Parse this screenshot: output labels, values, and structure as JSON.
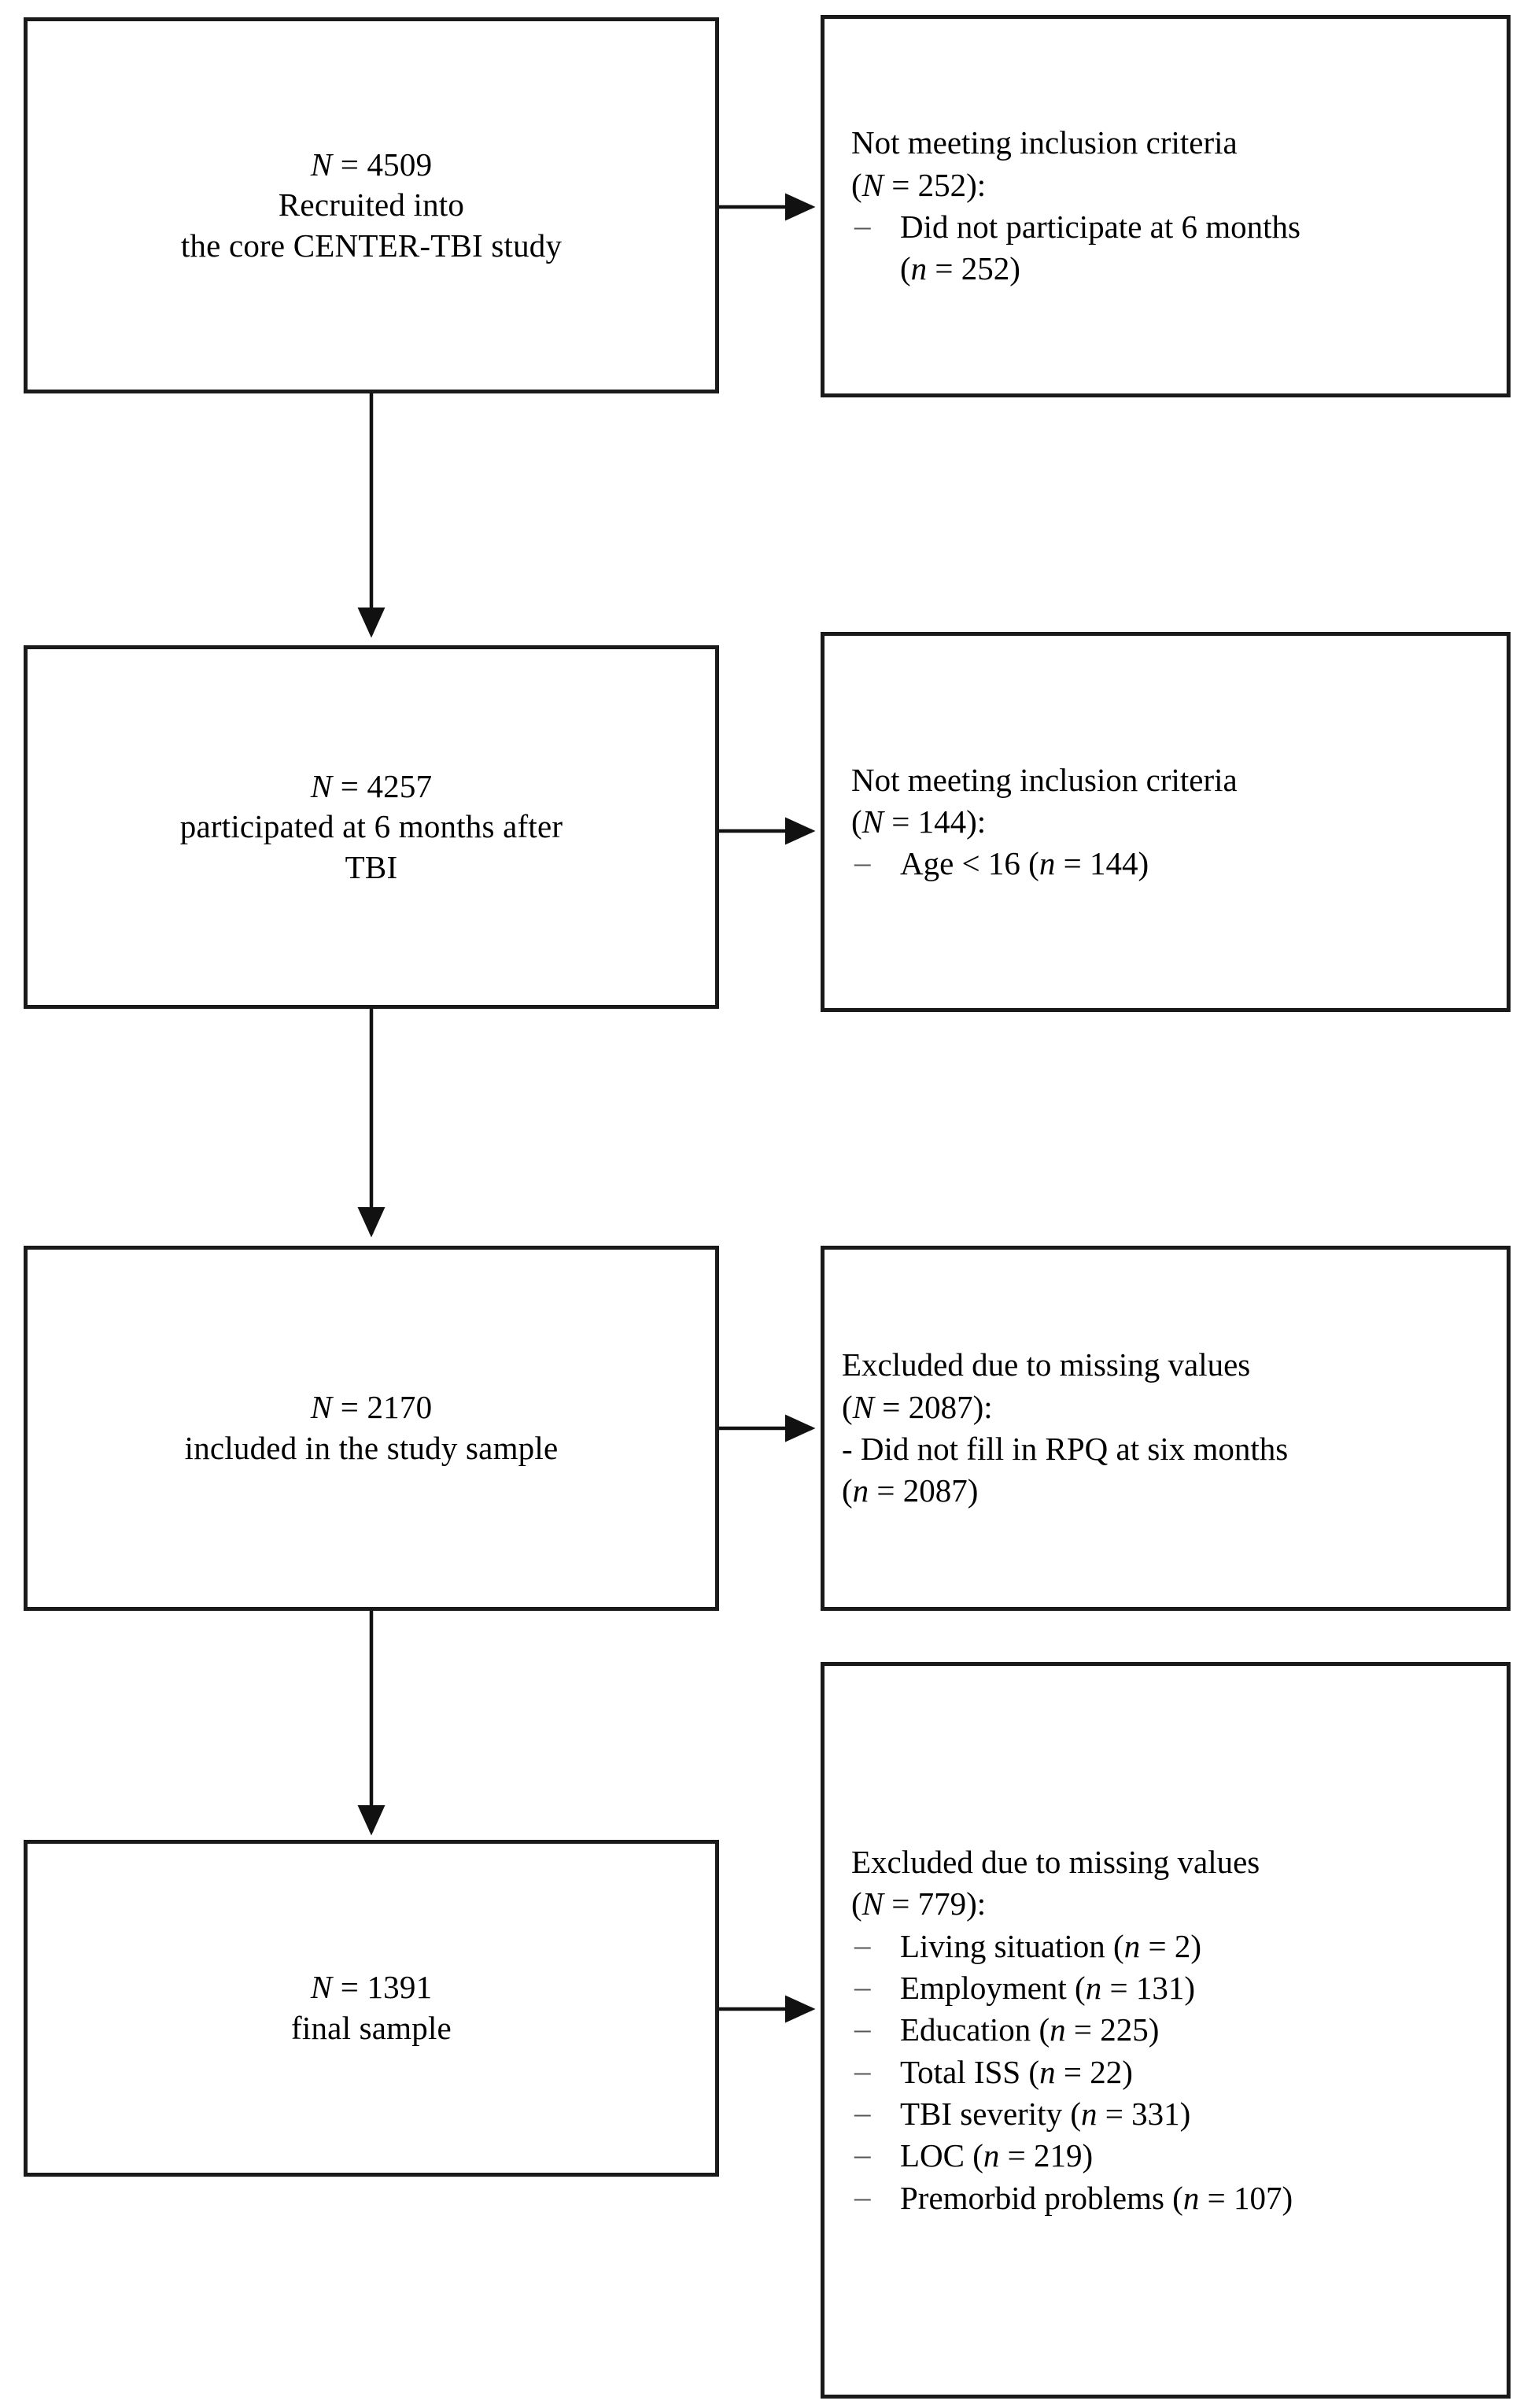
{
  "diagram": {
    "title": "CENTER-TBI study sample selection flowchart",
    "line_color": "#1a1a1a",
    "background": "#ffffff"
  },
  "boxes": {
    "recruited": {
      "line1_n": "N",
      "line1_eq": " = 4509",
      "line2": "Recruited into",
      "line3": "the core CENTER-TBI study"
    },
    "participated": {
      "line1_n": "N",
      "line1_eq": " = 4257",
      "line2": "participated at 6 months after",
      "line3": "TBI"
    },
    "included": {
      "line1_n": "N",
      "line1_eq": " = 2170",
      "line2": "included in the study sample"
    },
    "final": {
      "line1_n": "N",
      "line1_eq": " = 1391",
      "line2": "final sample"
    },
    "excluded_1": {
      "heading": "Not meeting inclusion criteria",
      "count_open": "(",
      "count_n": "N",
      "count_rest": " = 252):",
      "items": [
        {
          "marker": "–",
          "text_before": "Did not participate at 6 months",
          "wrap_open": "(",
          "wrap_n": "n",
          "wrap_rest": " = 252)"
        }
      ]
    },
    "excluded_2": {
      "heading": "Not meeting inclusion criteria",
      "count_open": "(",
      "count_n": "N",
      "count_rest": " = 144):",
      "items": [
        {
          "marker": "–",
          "label": "Age < 16 (",
          "inline_n": "n",
          "inline_rest": " = 144)"
        }
      ]
    },
    "excluded_3": {
      "heading": "Excluded due to missing values",
      "count_open": "(",
      "count_n": "N",
      "count_rest": " = 2087):",
      "line_flat": "- Did not fill in RPQ at six months",
      "wrap_open": "(",
      "wrap_n": "n",
      "wrap_rest": " = 2087)"
    },
    "excluded_4": {
      "heading": "Excluded due to missing values",
      "count_open": "(",
      "count_n": "N",
      "count_rest": " = 779):",
      "items": [
        {
          "marker": "–",
          "label": "Living situation (",
          "inline_n": "n",
          "inline_rest": " = 2)"
        },
        {
          "marker": "–",
          "label": "Employment (",
          "inline_n": "n",
          "inline_rest": " = 131)"
        },
        {
          "marker": "–",
          "label": "Education (",
          "inline_n": "n",
          "inline_rest": " = 225)"
        },
        {
          "marker": "–",
          "label": "Total ISS (",
          "inline_n": "n",
          "inline_rest": " = 22)"
        },
        {
          "marker": "–",
          "label": "TBI severity (",
          "inline_n": "n",
          "inline_rest": " = 331)"
        },
        {
          "marker": "–",
          "label": "LOC (",
          "inline_n": "n",
          "inline_rest": " = 219)"
        },
        {
          "marker": "–",
          "label": "Premorbid problems (",
          "inline_n": "n",
          "inline_rest": " = 107)"
        }
      ]
    }
  },
  "chart_data": {
    "type": "flowchart",
    "title": "CENTER-TBI study participant flow",
    "nodes": [
      {
        "id": "recruited",
        "label": "Recruited into the core CENTER-TBI study",
        "N": 4509
      },
      {
        "id": "participated",
        "label": "participated at 6 months after TBI",
        "N": 4257
      },
      {
        "id": "included",
        "label": "included in the study sample",
        "N": 2170
      },
      {
        "id": "final",
        "label": "final sample",
        "N": 1391
      },
      {
        "id": "excluded_1",
        "label": "Not meeting inclusion criteria",
        "N": 252
      },
      {
        "id": "excluded_2",
        "label": "Not meeting inclusion criteria",
        "N": 144
      },
      {
        "id": "excluded_3",
        "label": "Excluded due to missing values",
        "N": 2087
      },
      {
        "id": "excluded_4",
        "label": "Excluded due to missing values",
        "N": 779
      }
    ],
    "exclusion_reasons": [
      {
        "from": "recruited",
        "reason": "Did not participate at 6 months",
        "n": 252
      },
      {
        "from": "participated",
        "reason": "Age < 16",
        "n": 144
      },
      {
        "from": "included",
        "reason": "Did not fill in RPQ at six months",
        "n": 2087
      },
      {
        "from": "final",
        "reason": "Living situation",
        "n": 2
      },
      {
        "from": "final",
        "reason": "Employment",
        "n": 131
      },
      {
        "from": "final",
        "reason": "Education",
        "n": 225
      },
      {
        "from": "final",
        "reason": "Total ISS",
        "n": 22
      },
      {
        "from": "final",
        "reason": "TBI severity",
        "n": 331
      },
      {
        "from": "final",
        "reason": "LOC",
        "n": 219
      },
      {
        "from": "final",
        "reason": "Premorbid problems",
        "n": 107
      }
    ],
    "edges": [
      {
        "from": "recruited",
        "to": "participated",
        "direction": "down"
      },
      {
        "from": "participated",
        "to": "included",
        "direction": "down"
      },
      {
        "from": "included",
        "to": "final",
        "direction": "down"
      },
      {
        "from": "recruited",
        "to": "excluded_1",
        "direction": "right"
      },
      {
        "from": "participated",
        "to": "excluded_2",
        "direction": "right"
      },
      {
        "from": "included",
        "to": "excluded_3",
        "direction": "right"
      },
      {
        "from": "final",
        "to": "excluded_4",
        "direction": "right"
      }
    ]
  }
}
